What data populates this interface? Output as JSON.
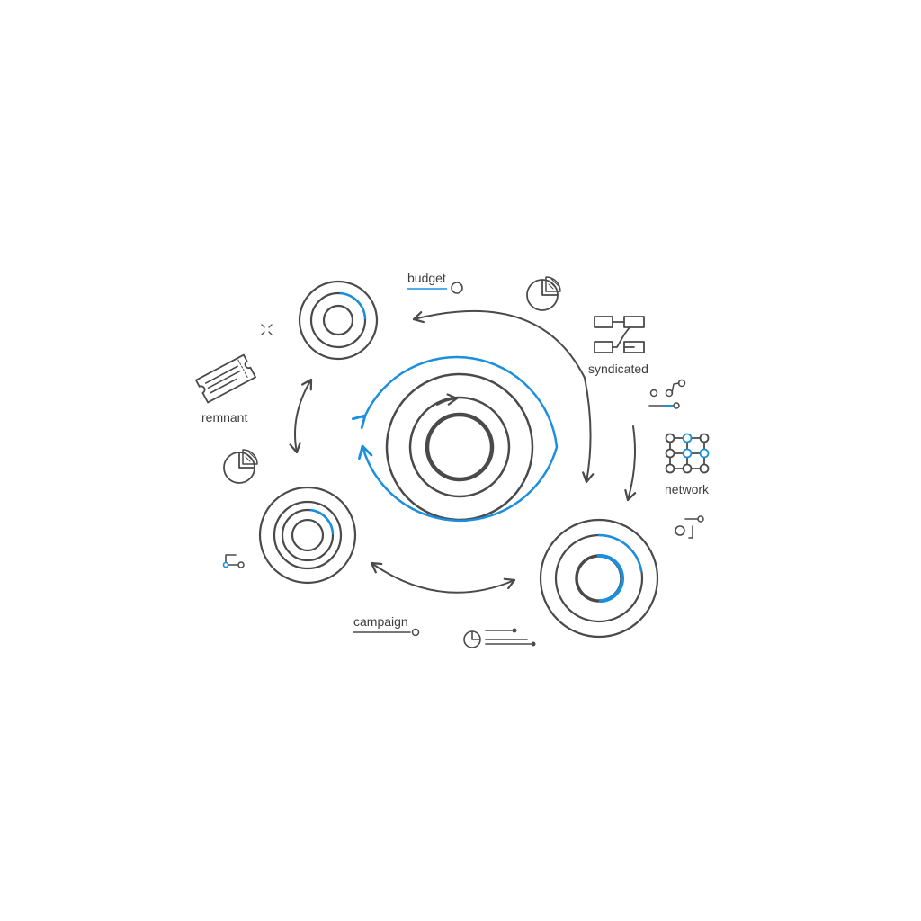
{
  "labels": {
    "budget": "budget",
    "syndicated": "syndicated",
    "network": "network",
    "remnant": "remnant",
    "campaign": "campaign"
  },
  "colors": {
    "ink": "#4a4a4a",
    "accent": "#1a8fe0",
    "background": "#ffffff"
  },
  "icons": [
    "target-icon",
    "pie-chart-icon",
    "flow-diagram-icon",
    "circuit-icon",
    "network-grid-icon",
    "ticket-icon",
    "sparkle-icon",
    "timeline-icon",
    "cycle-arrow-icon"
  ]
}
